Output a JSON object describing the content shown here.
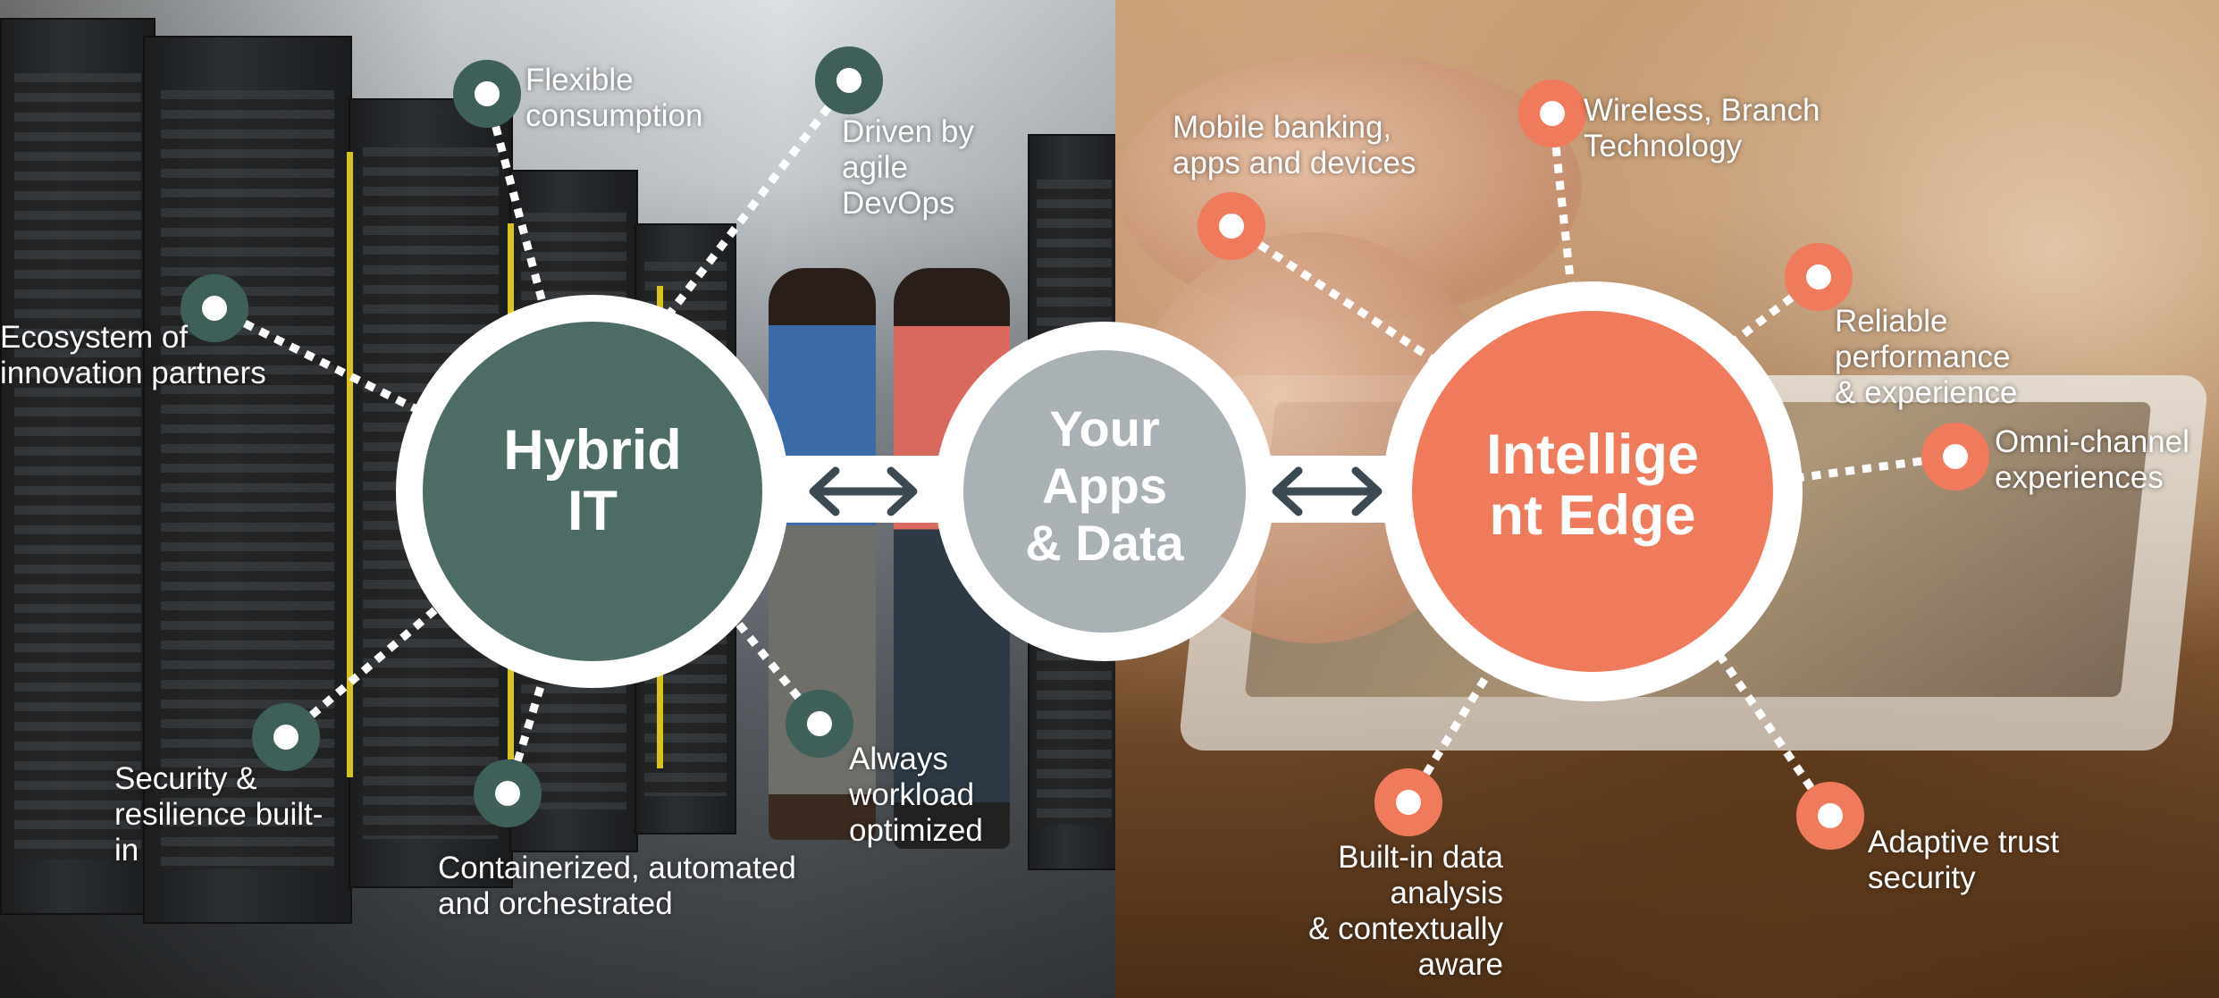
{
  "colors": {
    "hybrid": "#3f5f59",
    "edge": "#f07a5c",
    "apps": "#9aa3a7",
    "connector": "#3b4a52",
    "ring": "#ffffff"
  },
  "diagram": {
    "hubs": {
      "hybrid_it": "Hybrid\nIT",
      "apps_data": "Your\nApps\n& Data",
      "intelligent_edge": "Intellige\nnt Edge"
    },
    "connectors": [
      "bidirectional-arrow-icon",
      "bidirectional-arrow-icon"
    ],
    "hybrid_spokes": [
      "Flexible\nconsumption",
      "Driven by\nagile\nDevOps",
      "Ecosystem of\ninnovation partners",
      "Security &\nresilience built-\nin",
      "Containerized, automated\nand orchestrated",
      "Always\nworkload\noptimized"
    ],
    "edge_spokes": [
      "Mobile banking,\napps and devices",
      "Wireless, Branch\nTechnology",
      "Reliable\nperformance\n& experience",
      "Omni-channel\nexperiences",
      "Built-in data\nanalysis\n& contextually\naware",
      "Adaptive trust\nsecurity"
    ]
  }
}
